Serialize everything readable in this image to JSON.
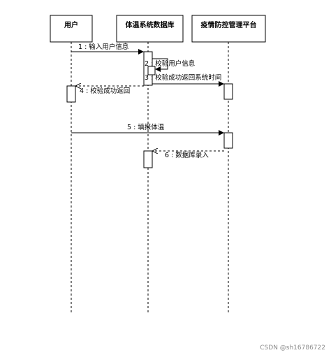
{
  "participants": [
    {
      "label": "用户"
    },
    {
      "label": "体温系统数据库"
    },
    {
      "label": "疫情防控管理平台"
    }
  ],
  "messages": [
    {
      "label": "1 : 输入用户信息"
    },
    {
      "label": "2 : 校验用户信息"
    },
    {
      "label": "3 : 校验成功返回系统时间"
    },
    {
      "label": "4 : 校验成功返回"
    },
    {
      "label": "5 : 填报体温"
    },
    {
      "label": "6 : 数据库录入"
    }
  ],
  "watermark": "CSDN @sh16786722"
}
